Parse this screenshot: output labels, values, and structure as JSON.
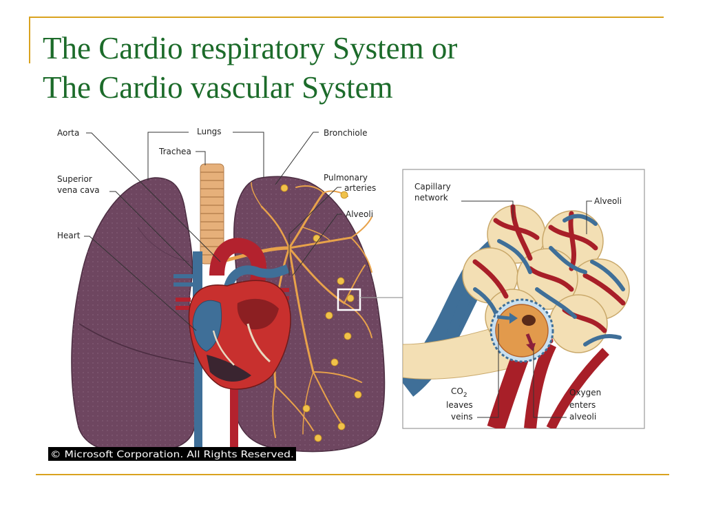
{
  "slide": {
    "title_line1": "The Cardio respiratory System or",
    "title_line2": "The Cardio vascular System"
  },
  "diagram": {
    "labels": {
      "aorta": "Aorta",
      "lungs": "Lungs",
      "trachea": "Trachea",
      "bronchiole": "Bronchiole",
      "superior_vena_cava_line1": "Superior",
      "superior_vena_cava_line2": "vena cava",
      "pulmonary_arteries_line1": "Pulmonary",
      "pulmonary_arteries_line2": "arteries",
      "alveoli_left": "Alveoli",
      "heart": "Heart",
      "capillary_network_line1": "Capillary",
      "capillary_network_line2": "network",
      "alveoli_right": "Alveoli",
      "co2_main": "CO",
      "co2_sub": "2",
      "co2_line2": "leaves",
      "co2_line3": "veins",
      "oxygen_line1": "Oxygen",
      "oxygen_line2": "enters",
      "oxygen_line3": "alveoli"
    },
    "copyright": "© Microsoft Corporation. All Rights Reserved.",
    "colors": {
      "title": "#1c6b2a",
      "rule": "#d9a21e",
      "lung": "#6e4660",
      "artery": "#b3222e",
      "vein": "#3f6f98",
      "alveolus": "#f3dfb4",
      "bronchiole": "#e8a24a"
    }
  }
}
